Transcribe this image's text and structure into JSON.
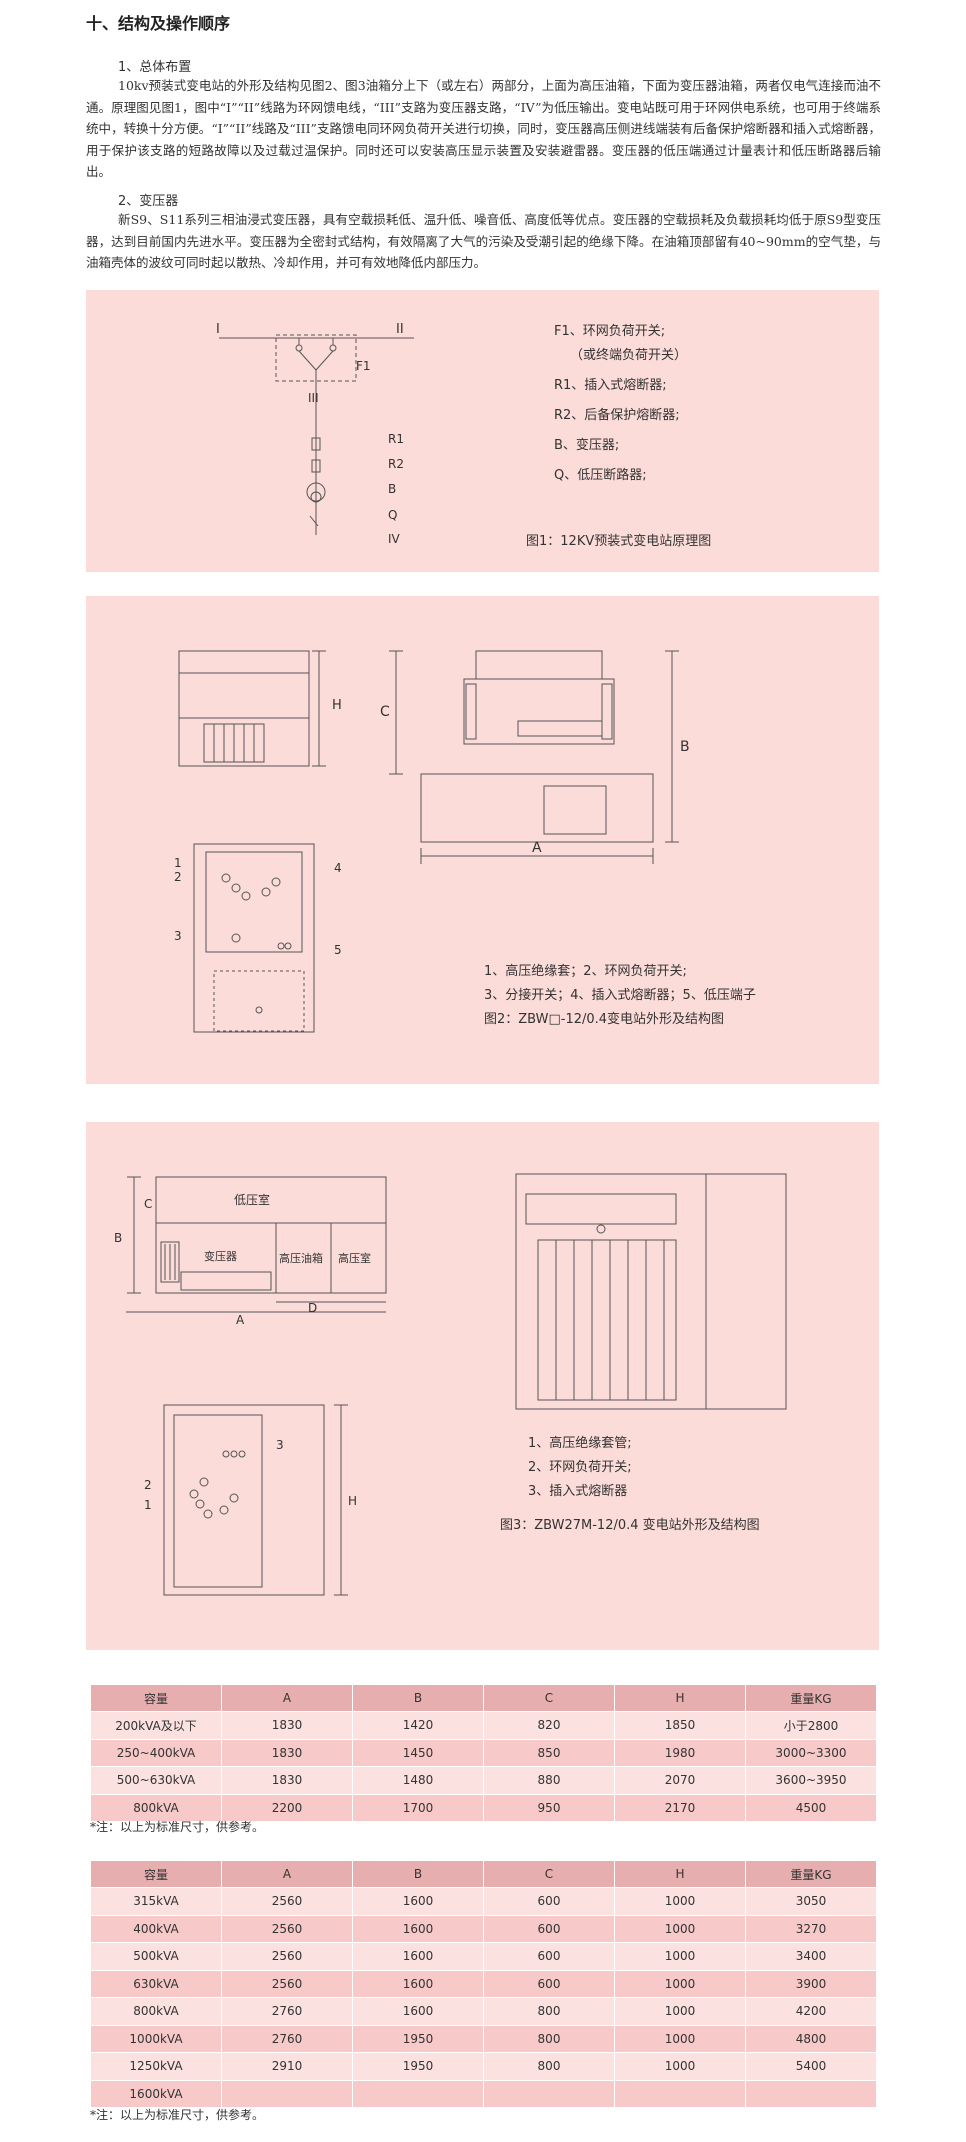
{
  "section_title": "十、结构及操作顺序",
  "layout_subtitle": "1、总体布置",
  "layout_text": "10kv预装式变电站的外形及结构见图2、图3油箱分上下（或左右）两部分，上面为高压油箱，下面为变压器油箱，两者仅电气连接而油不通。原理图见图1，图中“I”“II”线路为环网馈电线，“III”支路为变压器支路，“IV”为低压输出。变电站既可用于环网供电系统，也可用于终端系统中，转换十分方便。“I”“II”线路及“III”支路馈电同环网负荷开关进行切换，同时，变压器高压侧进线端装有后备保护熔断器和插入式熔断器，用于保护该支路的短路故障以及过载过温保护。同时还可以安装高压显示装置及安装避雷器。变压器的低压端通过计量表计和低压断路器后输出。",
  "transformer_subtitle": "2、变压器",
  "transformer_text": "新S9、S11系列三相油浸式变压器，具有空载损耗低、温升低、噪音低、高度低等优点。变压器的空载损耗及负载损耗均低于原S9型变压器，达到目前国内先进水平。变压器为全密封式结构，有效隔离了大气的污染及受潮引起的绝缘下降。在油箱顶部留有40~90mm的空气垫，与油箱壳体的波纹可同时起以散热、冷却作用，并可有效地降低内部压力。",
  "fig1": {
    "labels": [
      "I",
      "II",
      "F1",
      "III",
      "R1",
      "R2",
      "B",
      "Q",
      "IV"
    ],
    "legend": [
      "F1、环网负荷开关;",
      "（或终端负荷开关）",
      "R1、插入式熔断器;",
      "R2、后备保护熔断器;",
      "B、变压器;",
      "Q、低压断路器;"
    ],
    "caption": "图1：12KV预装式变电站原理图"
  },
  "fig2": {
    "dims": [
      "H",
      "C",
      "B",
      "A"
    ],
    "callouts": [
      "1",
      "2",
      "3",
      "4",
      "5"
    ],
    "legend": [
      "1、高压绝缘套；2、环网负荷开关;",
      "3、分接开关；4、插入式熔断器；5、低压端子"
    ],
    "caption": "图2：ZBW□-12/0.4变电站外形及结构图"
  },
  "fig3": {
    "rooms": [
      "低压室",
      "变压器",
      "高压油箱",
      "高压室"
    ],
    "dims": [
      "C",
      "B",
      "A",
      "D",
      "H"
    ],
    "callouts": [
      "1",
      "2",
      "3"
    ],
    "legend": [
      "1、高压绝缘套管;",
      "2、环网负荷开关;",
      "3、插入式熔断器"
    ],
    "caption": "图3：ZBW27M-12/0.4 变电站外形及结构图"
  },
  "table1": {
    "headers": [
      "容量",
      "A",
      "B",
      "C",
      "H",
      "重量KG"
    ],
    "rows": [
      [
        "200kVA及以下",
        "1830",
        "1420",
        "820",
        "1850",
        "小于2800"
      ],
      [
        "250~400kVA",
        "1830",
        "1450",
        "850",
        "1980",
        "3000~3300"
      ],
      [
        "500~630kVA",
        "1830",
        "1480",
        "880",
        "2070",
        "3600~3950"
      ],
      [
        "800kVA",
        "2200",
        "1700",
        "950",
        "2170",
        "4500"
      ]
    ],
    "note": "*注：以上为标准尺寸，供参考。"
  },
  "table2": {
    "headers": [
      "容量",
      "A",
      "B",
      "C",
      "H",
      "重量KG"
    ],
    "rows": [
      [
        "315kVA",
        "2560",
        "1600",
        "600",
        "1000",
        "3050"
      ],
      [
        "400kVA",
        "2560",
        "1600",
        "600",
        "1000",
        "3270"
      ],
      [
        "500kVA",
        "2560",
        "1600",
        "600",
        "1000",
        "3400"
      ],
      [
        "630kVA",
        "2560",
        "1600",
        "600",
        "1000",
        "3900"
      ],
      [
        "800kVA",
        "2760",
        "1600",
        "800",
        "1000",
        "4200"
      ],
      [
        "1000kVA",
        "2760",
        "1950",
        "800",
        "1000",
        "4800"
      ],
      [
        "1250kVA",
        "2910",
        "1950",
        "800",
        "1000",
        "5400"
      ],
      [
        "1600kVA",
        "",
        "",
        "",
        "",
        ""
      ]
    ],
    "note": "*注：以上为标准尺寸，供参考。"
  },
  "colors": {
    "panel": "#fbdcd9",
    "table_header": "#e7aeb0",
    "row_light": "#fbe1df",
    "row_dark": "#f7c9c8"
  }
}
